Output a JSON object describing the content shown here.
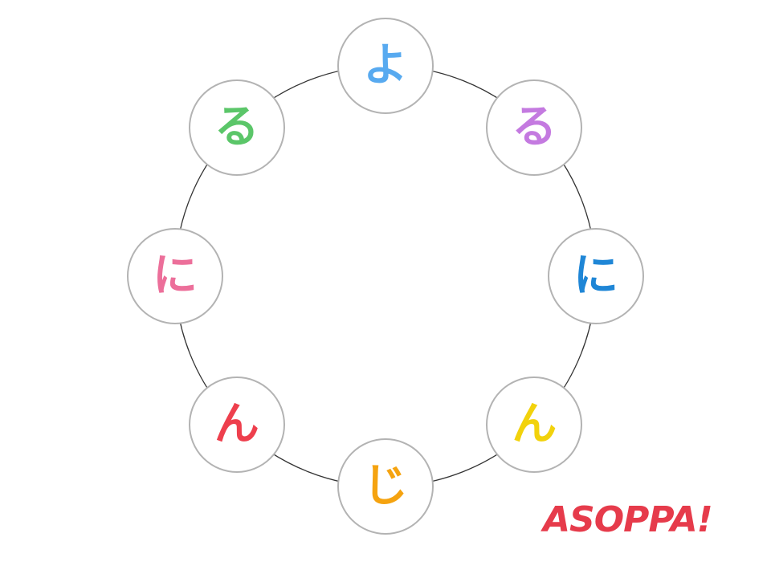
{
  "ring": {
    "nodes": [
      {
        "char": "よ",
        "color": "#58aaf0"
      },
      {
        "char": "る",
        "color": "#c47ae0"
      },
      {
        "char": "に",
        "color": "#1f86d6"
      },
      {
        "char": "ん",
        "color": "#f2d20c"
      },
      {
        "char": "じ",
        "color": "#f5a310"
      },
      {
        "char": "ん",
        "color": "#ee3f4d"
      },
      {
        "char": "に",
        "color": "#ec6f9a"
      },
      {
        "char": "る",
        "color": "#5bc669"
      }
    ],
    "circle_color": "#333333",
    "node_border_color": "#b3b3b3"
  },
  "logo": {
    "text": "ASOPPA!",
    "color": "#e63b4b"
  }
}
